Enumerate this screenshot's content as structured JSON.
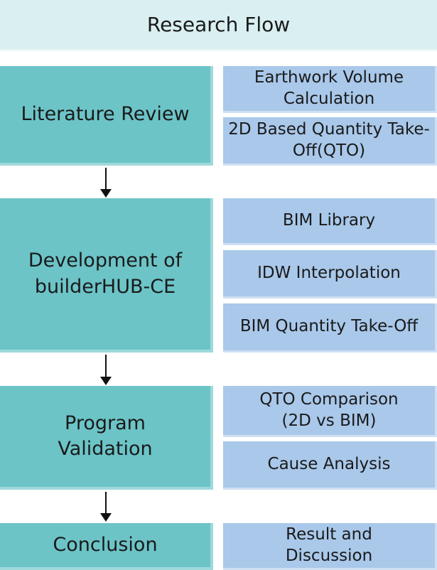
{
  "title": "Research Flow",
  "stages": [
    {
      "label": "Literature Review",
      "details": [
        "Earthwork Volume Calculation",
        "2D Based Quantity Take-Off(QTO)"
      ]
    },
    {
      "label": "Development of builderHUB-CE",
      "details": [
        "BIM Library",
        "IDW Interpolation",
        "BIM Quantity Take-Off"
      ]
    },
    {
      "label": "Program Validation",
      "details": [
        "QTO Comparison (2D vs BIM)",
        "Cause Analysis"
      ]
    },
    {
      "label": "Conclusion",
      "details": [
        "Result and Discussion"
      ]
    }
  ],
  "colors": {
    "title_bg": "#d9eff2",
    "stage_bg": "#6cc4c7",
    "detail_bg": "#a9c8ea"
  }
}
